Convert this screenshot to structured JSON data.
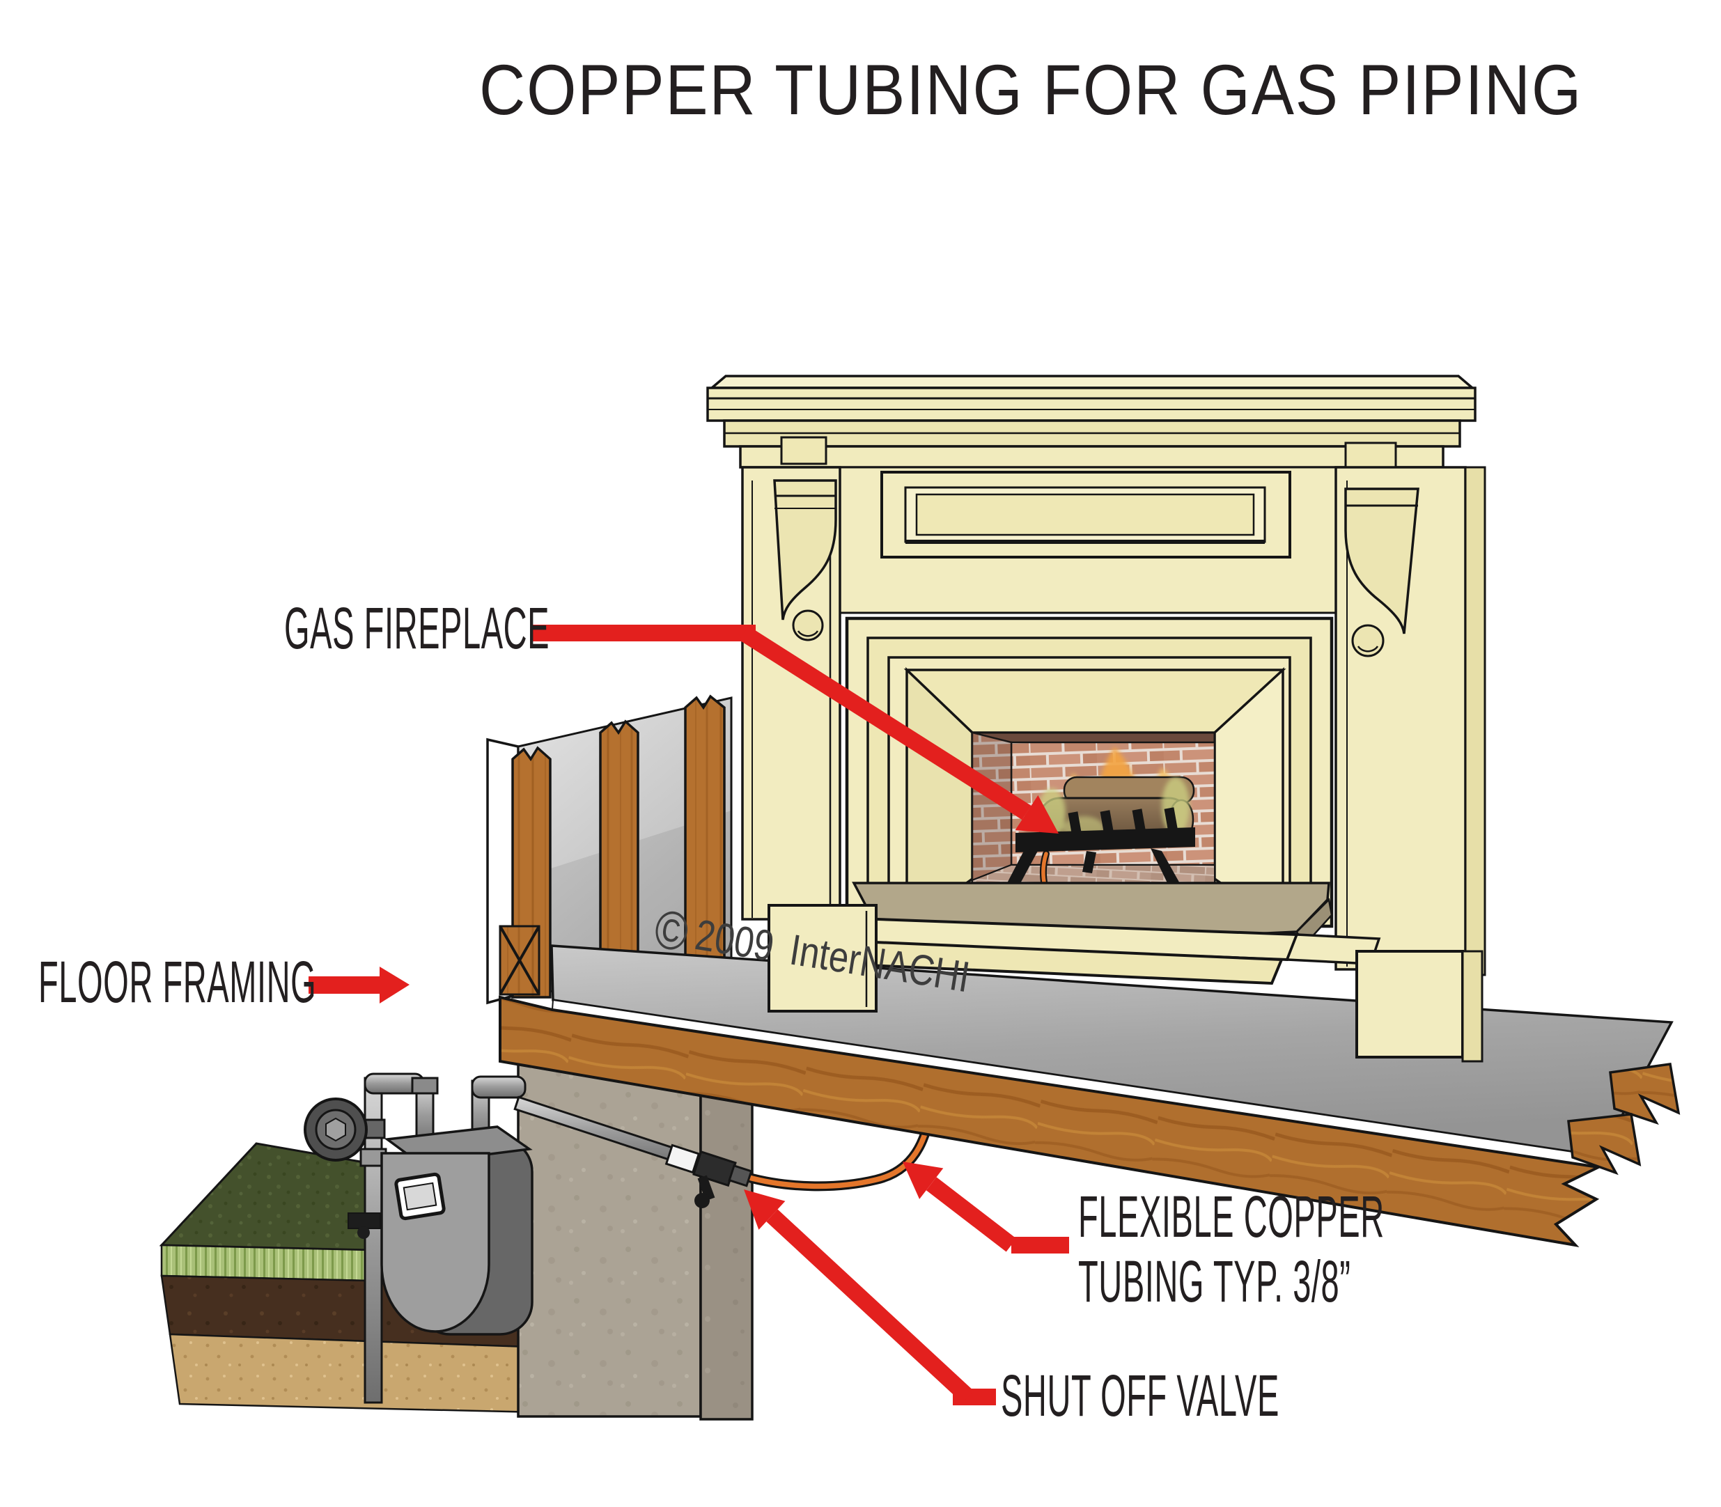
{
  "title": "COPPER TUBING FOR GAS PIPING",
  "labels": {
    "gas_fireplace": "GAS FIREPLACE",
    "floor_framing": "FLOOR FRAMING",
    "flexible_copper_line1": "FLEXIBLE COPPER",
    "flexible_copper_line2": "TUBING TYP. 3/8”",
    "shut_off_valve": "SHUT OFF VALVE"
  },
  "copyright": {
    "symbol": "©",
    "year": "2009",
    "org": "InterNACHI"
  },
  "colors": {
    "arrow_red": "#e3201e",
    "label_text": "#231f20",
    "copyright_text": "#3d3d3d",
    "mantel_cream": "#f2ecc0",
    "mantel_shade": "#e9e2ae",
    "brick": "#c88f75",
    "flame_orange": "#f3a440",
    "copper_tubing_orange": "#e4762b",
    "wood_framing": "#b06f2e",
    "subfloor_gray": "#9e9e9e",
    "concrete": "#aba395",
    "grass_green": "#44512c",
    "soil_brown": "#462f1f",
    "sand_tan": "#c9a76f",
    "pipe_gray": "#9a9a9a"
  }
}
